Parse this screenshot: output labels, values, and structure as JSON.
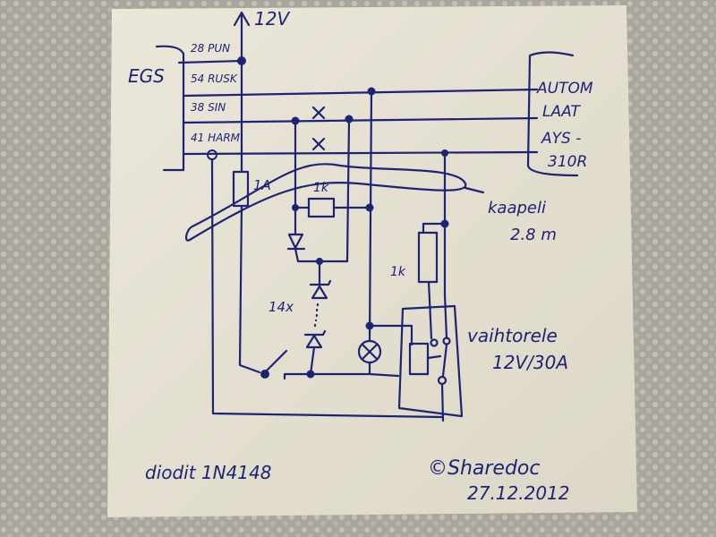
{
  "colors": {
    "ink": "#1d2375",
    "paper": "#e9e5d6",
    "background": "#aaa59d"
  },
  "supply": {
    "label": "12V"
  },
  "egs": {
    "label": "EGS",
    "pins": [
      "28 PUN",
      "54 RUSK",
      "38 SIN",
      "41 HARM"
    ]
  },
  "automat": {
    "lines": [
      "AUTOM",
      "LAAT",
      "AYS -",
      "310R"
    ]
  },
  "components": {
    "fuse": "1A",
    "resistor_top": "1k",
    "resistor_right": "1k",
    "diode_count": "14x"
  },
  "cable": {
    "label": "kaapeli",
    "length": "2.8 m"
  },
  "relay": {
    "label": "vaihtorele",
    "rating": "12V/30A"
  },
  "footer": {
    "diodes": "diodit 1N4148",
    "copyright": "©Sharedoc",
    "date": "27.12.2012"
  }
}
